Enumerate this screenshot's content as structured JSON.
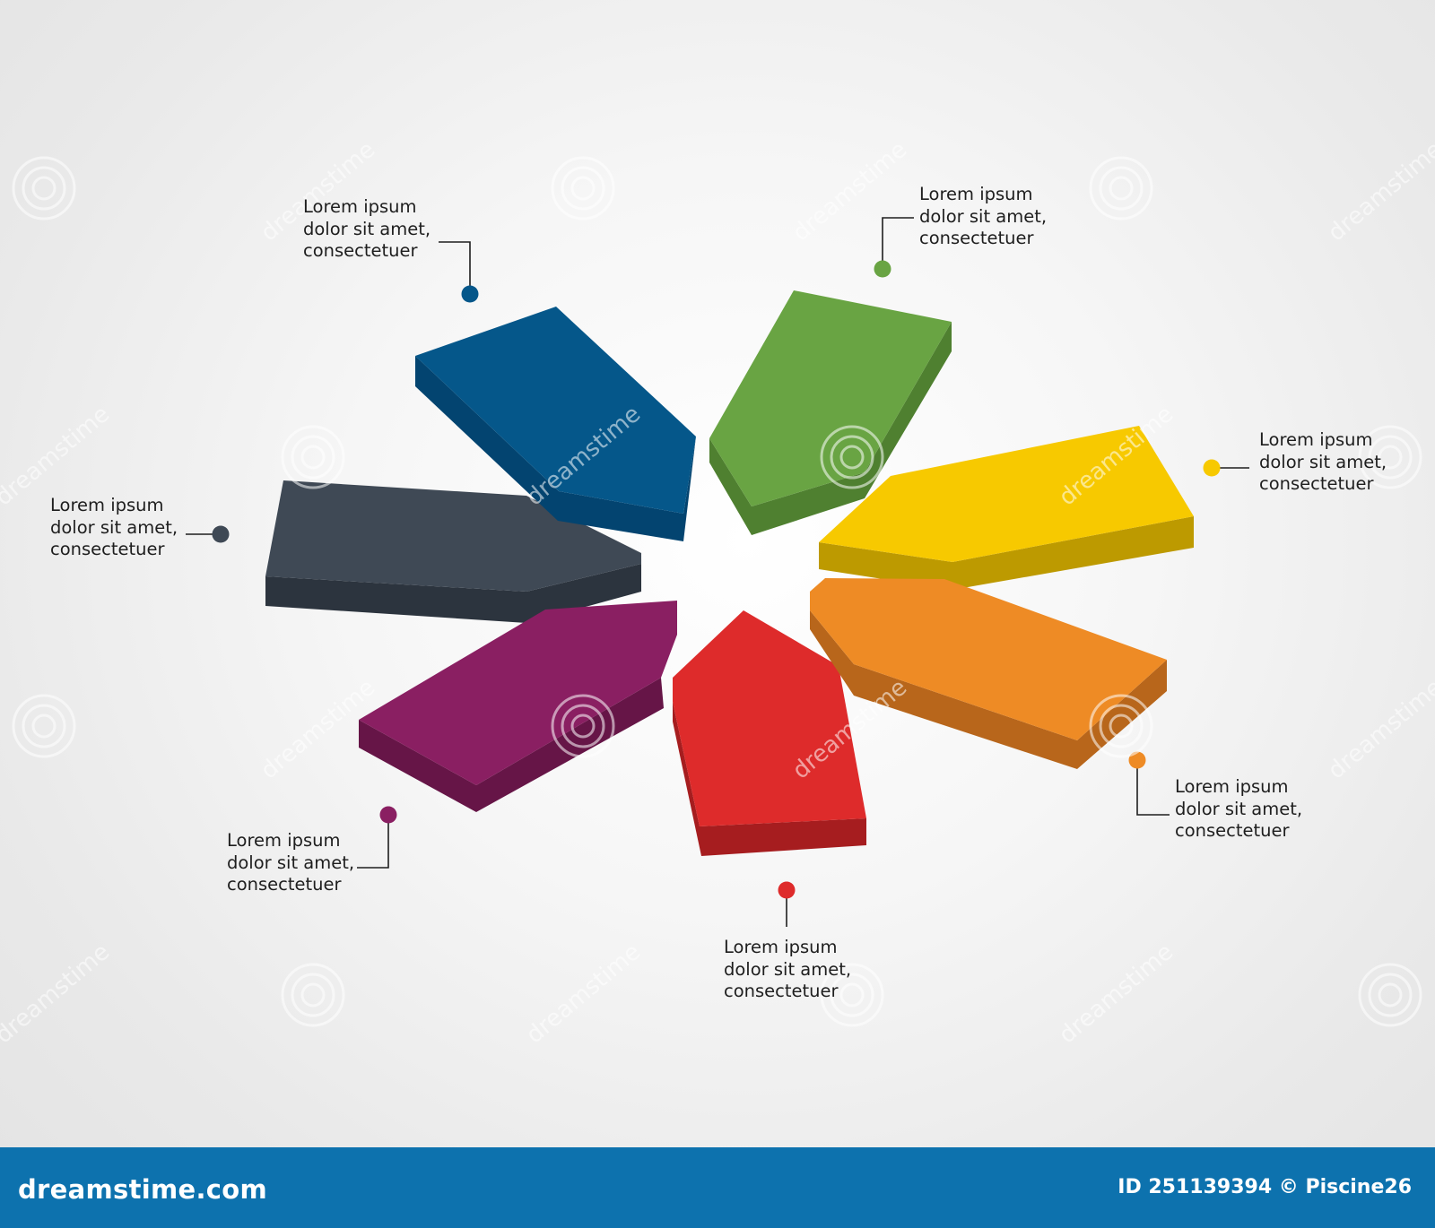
{
  "diagram": {
    "segments": [
      {
        "id": "blue",
        "color": "#05578a",
        "side": "#034470",
        "text": [
          "Lorem ipsum",
          "dolor sit amet,",
          "consectetuer"
        ]
      },
      {
        "id": "green",
        "color": "#69a443",
        "side": "#4f8030",
        "text": [
          "Lorem ipsum",
          "dolor sit amet,",
          "consectetuer"
        ]
      },
      {
        "id": "yellow",
        "color": "#f7c900",
        "side": "#bd9a00",
        "text": [
          "Lorem ipsum",
          "dolor sit amet,",
          "consectetuer"
        ]
      },
      {
        "id": "orange",
        "color": "#ee8b25",
        "side": "#b8661b",
        "text": [
          "Lorem ipsum",
          "dolor sit amet,",
          "consectetuer"
        ]
      },
      {
        "id": "red",
        "color": "#de2b2b",
        "side": "#a61d1f",
        "text": [
          "Lorem ipsum",
          "dolor sit amet,",
          "consectetuer"
        ]
      },
      {
        "id": "purple",
        "color": "#8a1f62",
        "side": "#661547",
        "text": [
          "Lorem ipsum",
          "dolor sit amet,",
          "consectetuer"
        ]
      },
      {
        "id": "gray",
        "color": "#3f4955",
        "side": "#2c343e",
        "text": [
          "Lorem ipsum",
          "dolor sit amet,",
          "consectetuer"
        ]
      }
    ]
  },
  "watermark": {
    "text": "dreamstime"
  },
  "footer": {
    "logo": "dreamstime.com",
    "id_text": "ID 251139394 © Piscine26",
    "background": "#0d72ae"
  }
}
